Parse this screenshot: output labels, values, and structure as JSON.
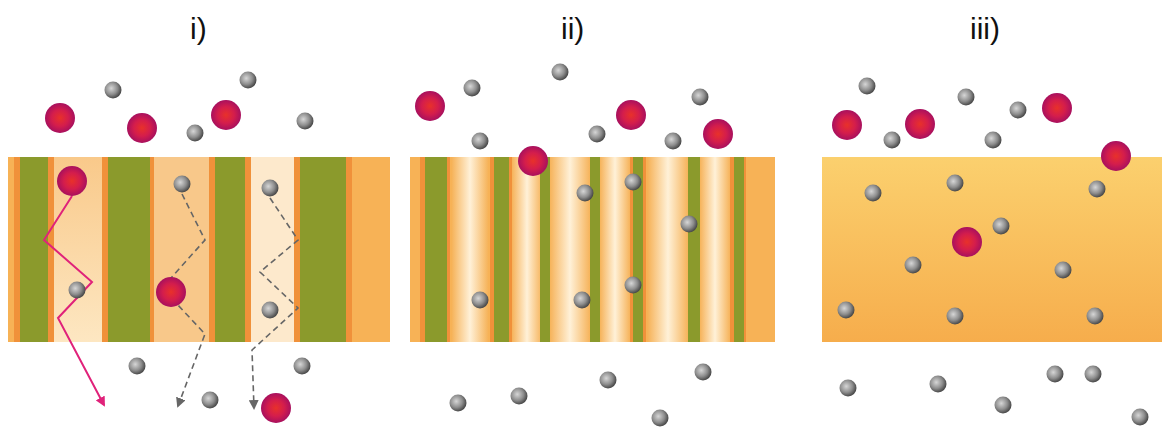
{
  "diagram": {
    "labels": [
      "i)",
      "ii)",
      "iii)"
    ]
  }
}
